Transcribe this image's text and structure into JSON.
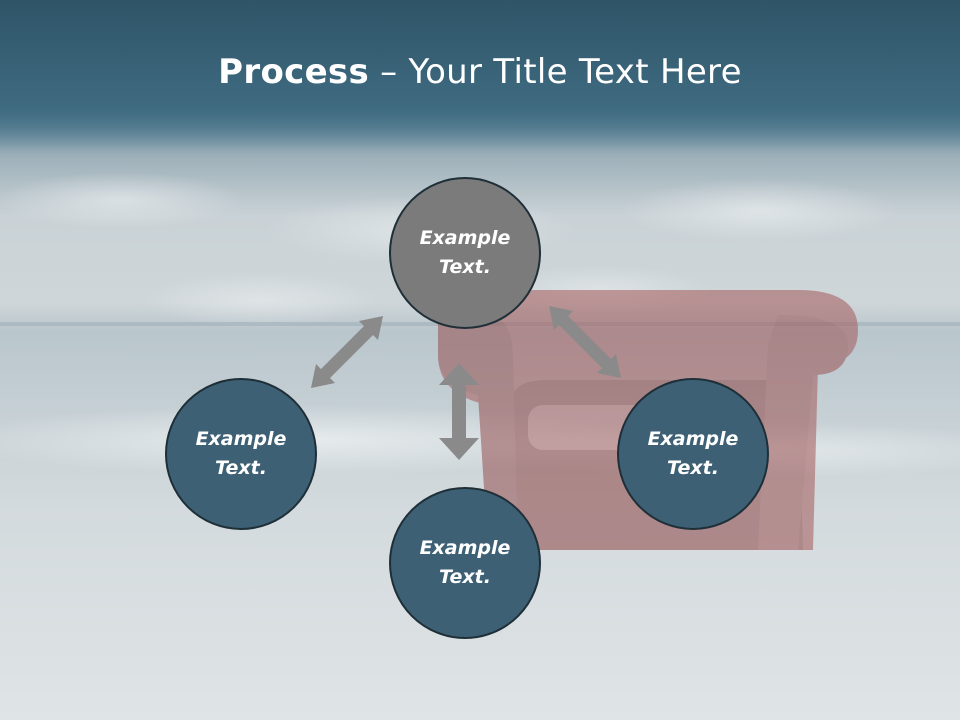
{
  "title": {
    "bold": "Process",
    "rest": " – Your Title Text Here"
  },
  "nodes": {
    "top": "Example\nText.",
    "left": "Example\nText.",
    "right": "Example\nText.",
    "bottom": "Example\nText."
  },
  "colors": {
    "header": "#3e6a80",
    "node_blue": "#3d6075",
    "node_gray": "#7b7b7b",
    "arrow": "#8c8c8c",
    "title_text": "#ffffff"
  }
}
